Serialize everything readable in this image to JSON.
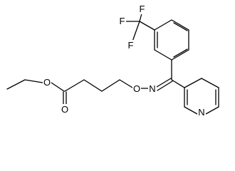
{
  "atoms": {
    "O_ester": "O",
    "O_carbonyl": "O",
    "O_oxime": "O",
    "N_oxime": "N",
    "N_pyridine": "N",
    "F1": "F",
    "F2": "F",
    "F3": "F"
  },
  "colors": {
    "bond": "#000000",
    "label": "#000000",
    "background": "#ffffff"
  }
}
